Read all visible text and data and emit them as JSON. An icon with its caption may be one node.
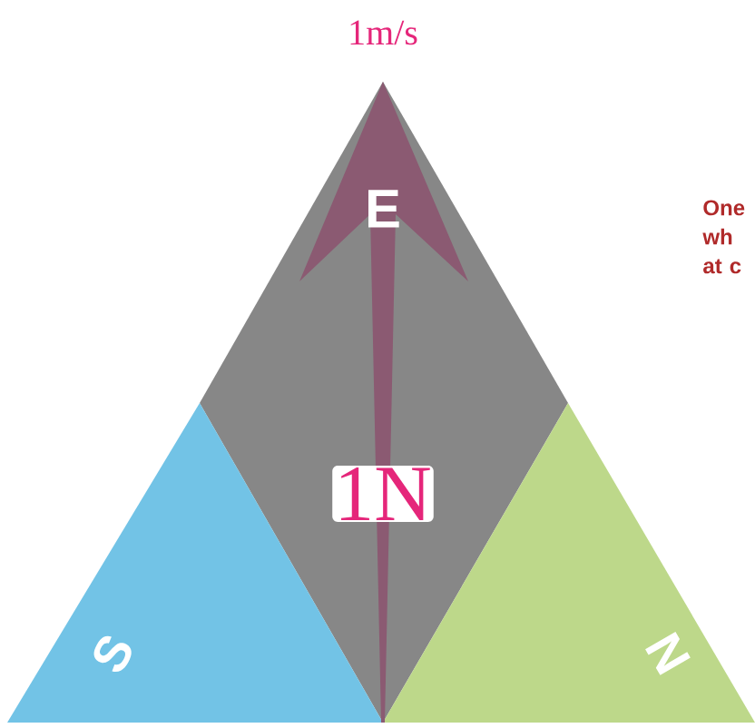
{
  "diagram": {
    "nodes": [
      {
        "text": [
          "E",
          "1N"
        ]
      },
      {
        "text": [
          "S"
        ]
      },
      {
        "text": [
          "N"
        ]
      }
    ],
    "labels": [
      "1m/s",
      "One wh at c"
    ]
  }
}
